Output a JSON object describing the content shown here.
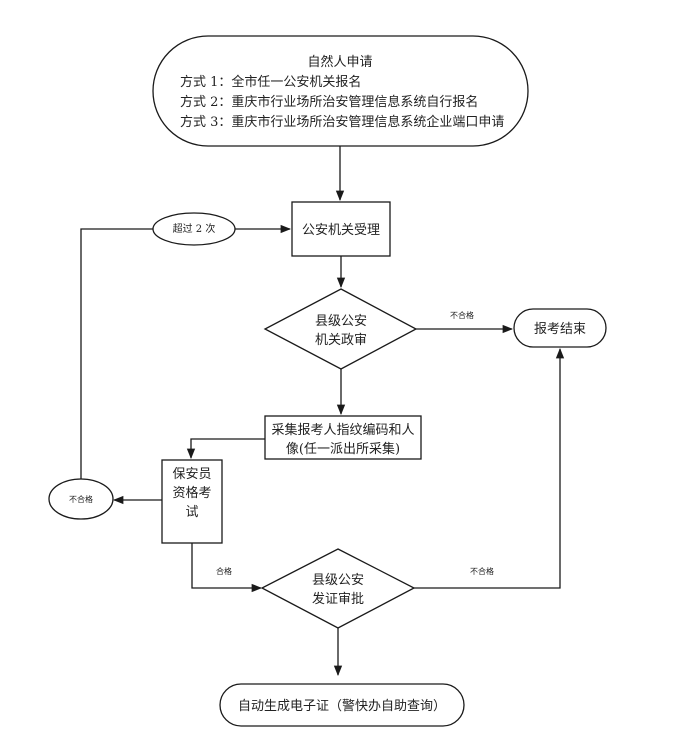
{
  "flowchart": {
    "start": {
      "title": "自然人申请",
      "lines": [
        "方式 1：全市任一公安机关报名",
        "方式 2：重庆市行业场所治安管理信息系统自行报名",
        "方式 3：重庆市行业场所治安管理信息系统企业端口申请"
      ]
    },
    "accept": "公安机关受理",
    "retry_label": "超过 2 次",
    "review": [
      "县级公安",
      "机关政审"
    ],
    "review_fail": "不合格",
    "end": "报考结束",
    "collect": [
      "采集报考人指纹编码和人",
      "像(任一派出所采集)"
    ],
    "exam": [
      "保安员",
      "资格考",
      "试"
    ],
    "exam_fail": "不合格",
    "exam_pass": "合格",
    "approve": [
      "县级公安",
      "发证审批"
    ],
    "approve_fail": "不合格",
    "result": "自动生成电子证（警快办自助查询）"
  }
}
